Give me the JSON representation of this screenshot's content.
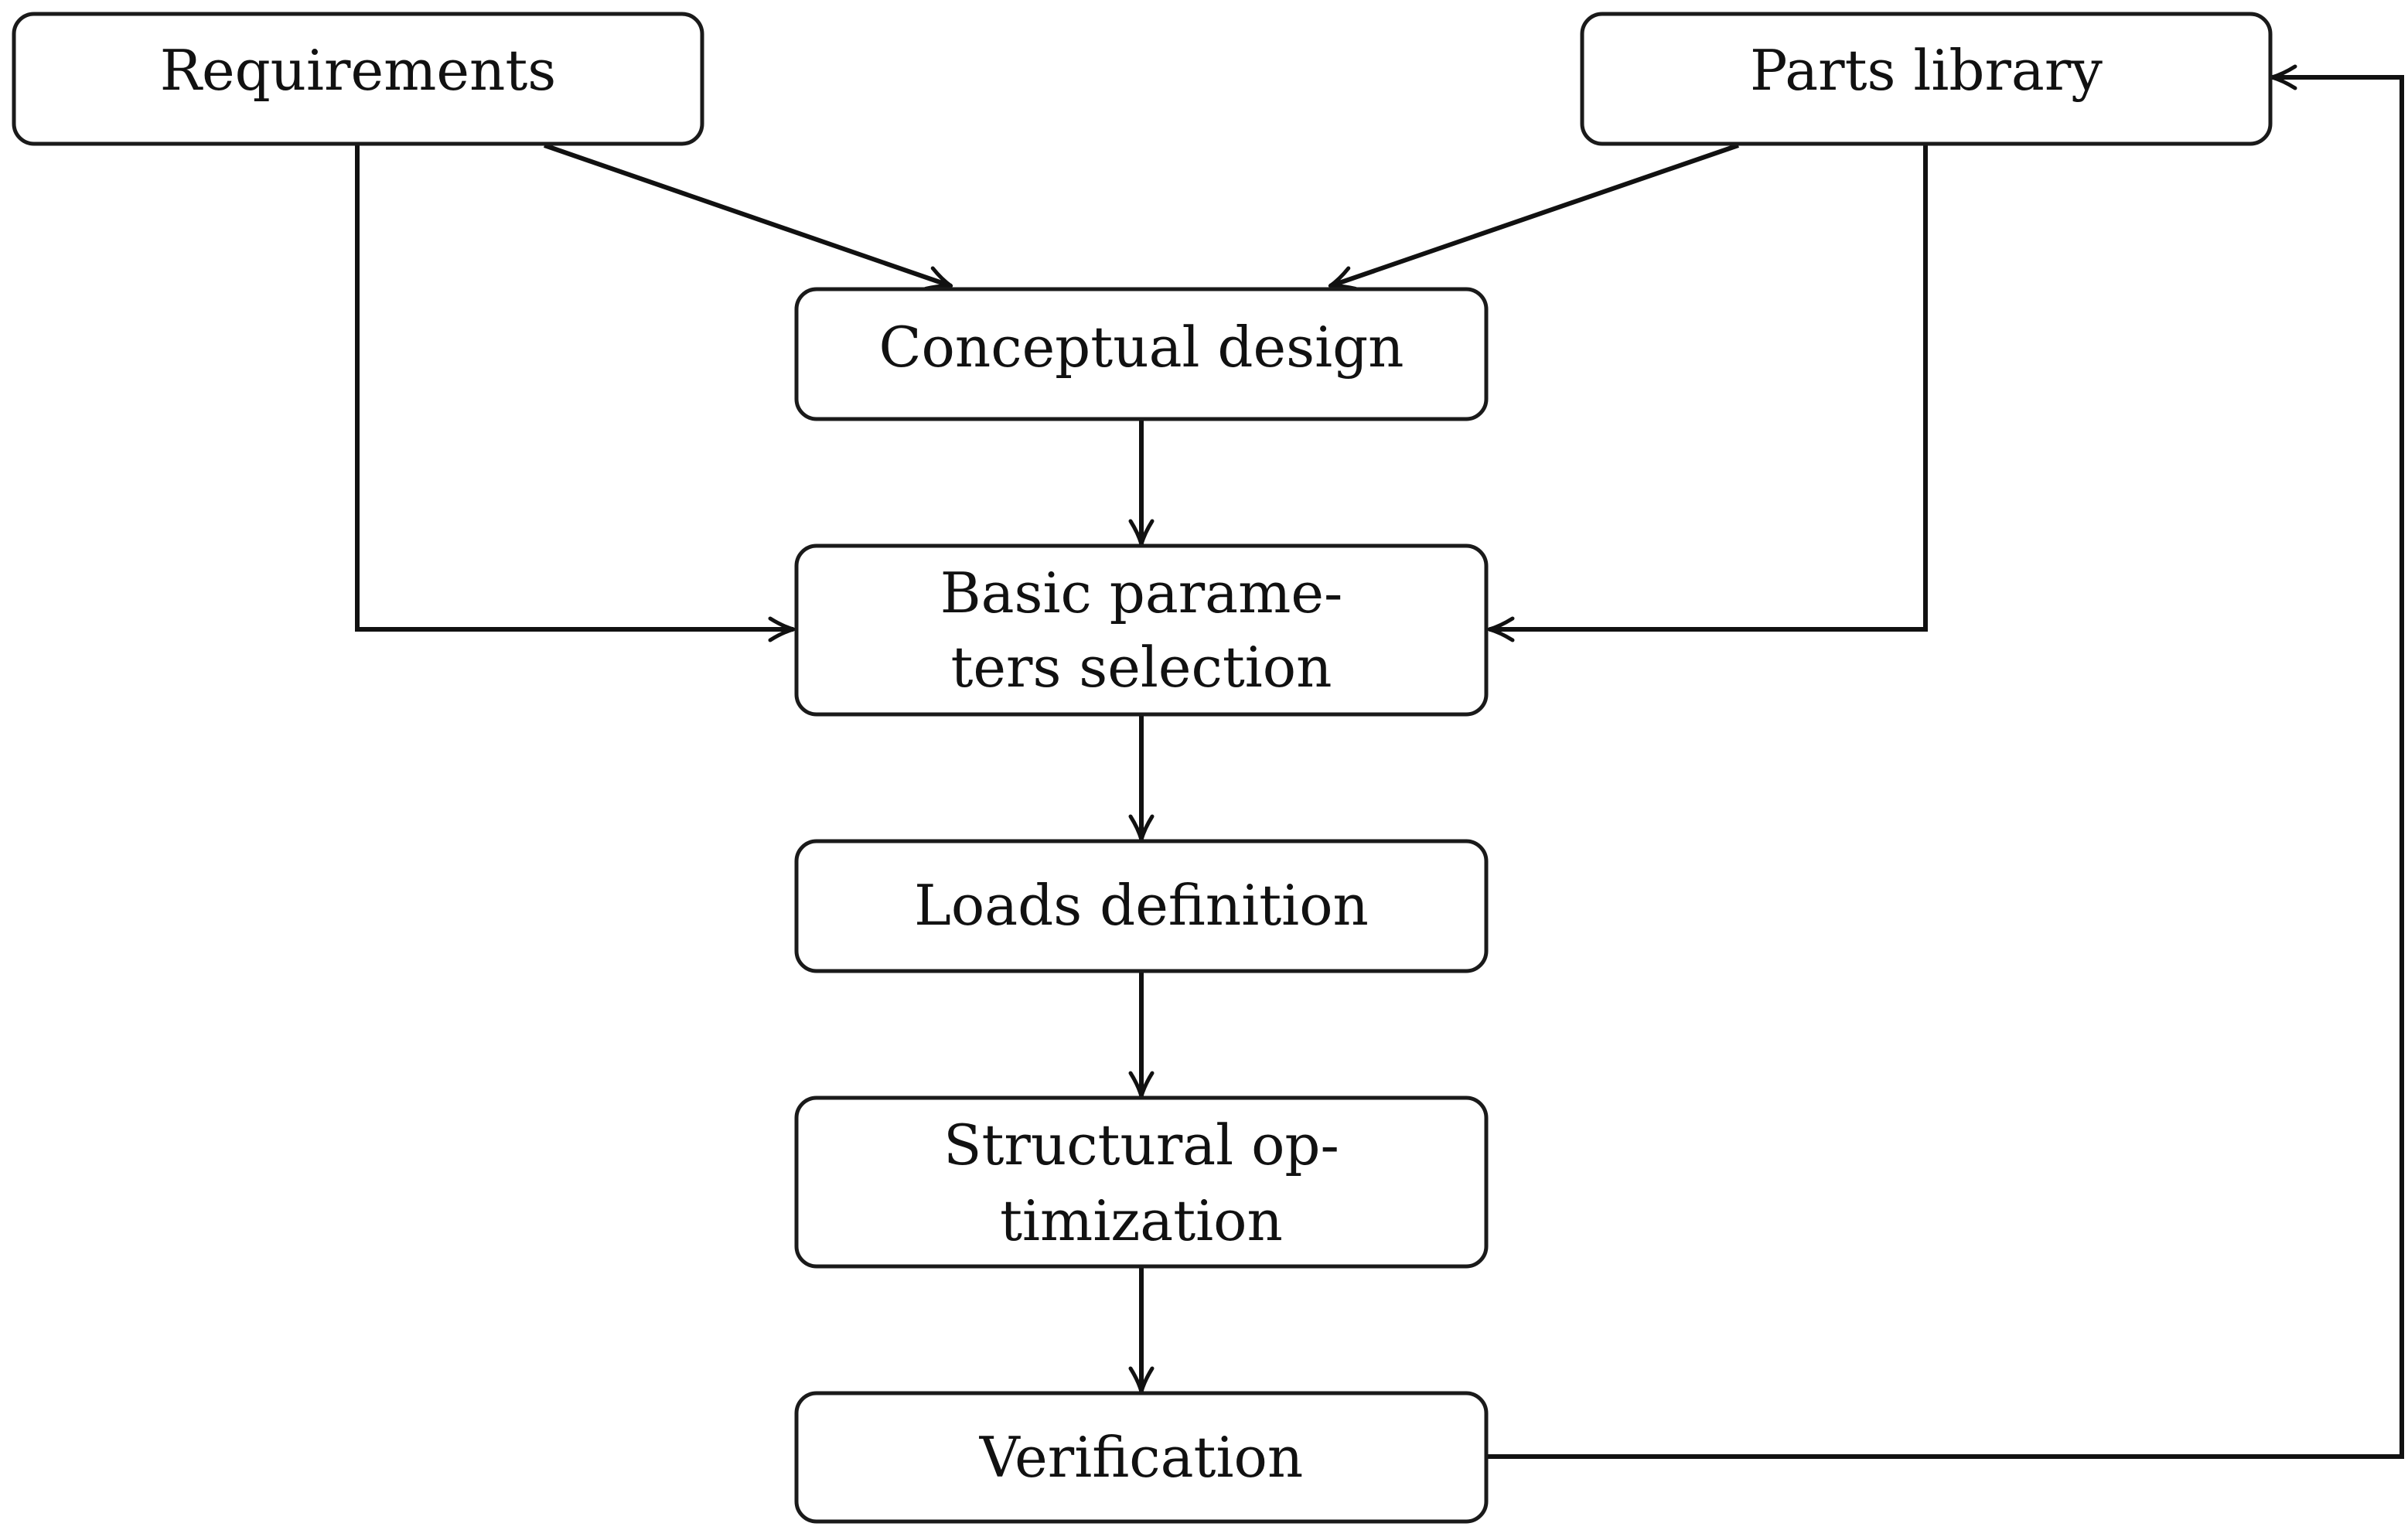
{
  "diagram": {
    "nodes": {
      "requirements": {
        "lines": [
          "Requirements"
        ]
      },
      "parts_library": {
        "lines": [
          "Parts library"
        ]
      },
      "conceptual_design": {
        "lines": [
          "Conceptual design"
        ]
      },
      "basic_parameters": {
        "lines": [
          "Basic parame-",
          "ters selection"
        ]
      },
      "loads_definition": {
        "lines": [
          "Loads definition"
        ]
      },
      "structural_optimization": {
        "lines": [
          "Structural op-",
          "timization"
        ]
      },
      "verification": {
        "lines": [
          "Verification"
        ]
      }
    },
    "edges": [
      {
        "from": "requirements",
        "to": "conceptual_design"
      },
      {
        "from": "parts_library",
        "to": "conceptual_design"
      },
      {
        "from": "requirements",
        "to": "basic_parameters"
      },
      {
        "from": "parts_library",
        "to": "basic_parameters"
      },
      {
        "from": "conceptual_design",
        "to": "basic_parameters"
      },
      {
        "from": "basic_parameters",
        "to": "loads_definition"
      },
      {
        "from": "loads_definition",
        "to": "structural_optimization"
      },
      {
        "from": "structural_optimization",
        "to": "verification"
      },
      {
        "from": "verification",
        "to": "parts_library"
      }
    ]
  }
}
